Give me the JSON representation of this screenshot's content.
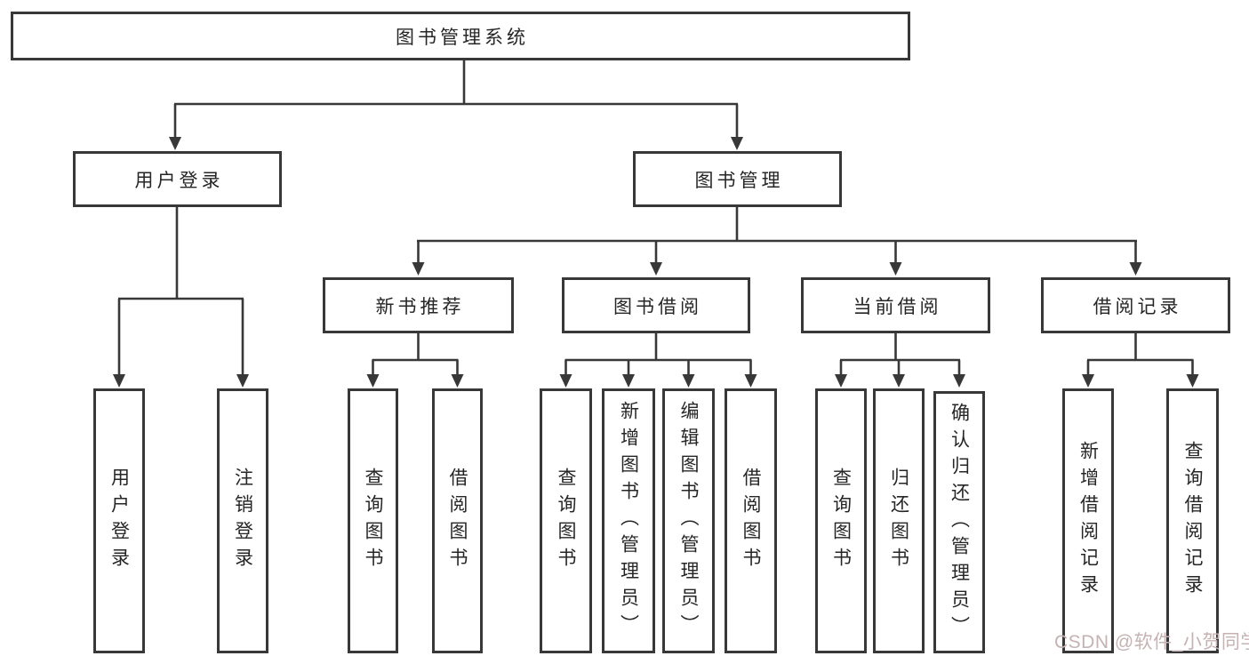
{
  "tree": {
    "label": "图书管理系统",
    "children": [
      {
        "label": "用户登录",
        "children": [
          {
            "label": "用户登录"
          },
          {
            "label": "注销登录"
          }
        ]
      },
      {
        "label": "图书管理",
        "children": [
          {
            "label": "新书推荐",
            "children": [
              {
                "label": "查询图书"
              },
              {
                "label": "借阅图书"
              }
            ]
          },
          {
            "label": "图书借阅",
            "children": [
              {
                "label": "查询图书"
              },
              {
                "label": "新增图书（管理员）"
              },
              {
                "label": "编辑图书（管理员）"
              },
              {
                "label": "借阅图书"
              }
            ]
          },
          {
            "label": "当前借阅",
            "children": [
              {
                "label": "查询图书"
              },
              {
                "label": "归还图书"
              },
              {
                "label": "确认归还（管理员）"
              }
            ]
          },
          {
            "label": "借阅记录",
            "children": [
              {
                "label": "新增借阅记录"
              },
              {
                "label": "查询借阅记录"
              }
            ]
          }
        ]
      }
    ]
  },
  "watermark": {
    "text": "CSDN @软件_小贺同学",
    "color": "#c5b2b2"
  },
  "colors": {
    "line": "#383838",
    "text": "#262626",
    "background": "#ffffff"
  }
}
